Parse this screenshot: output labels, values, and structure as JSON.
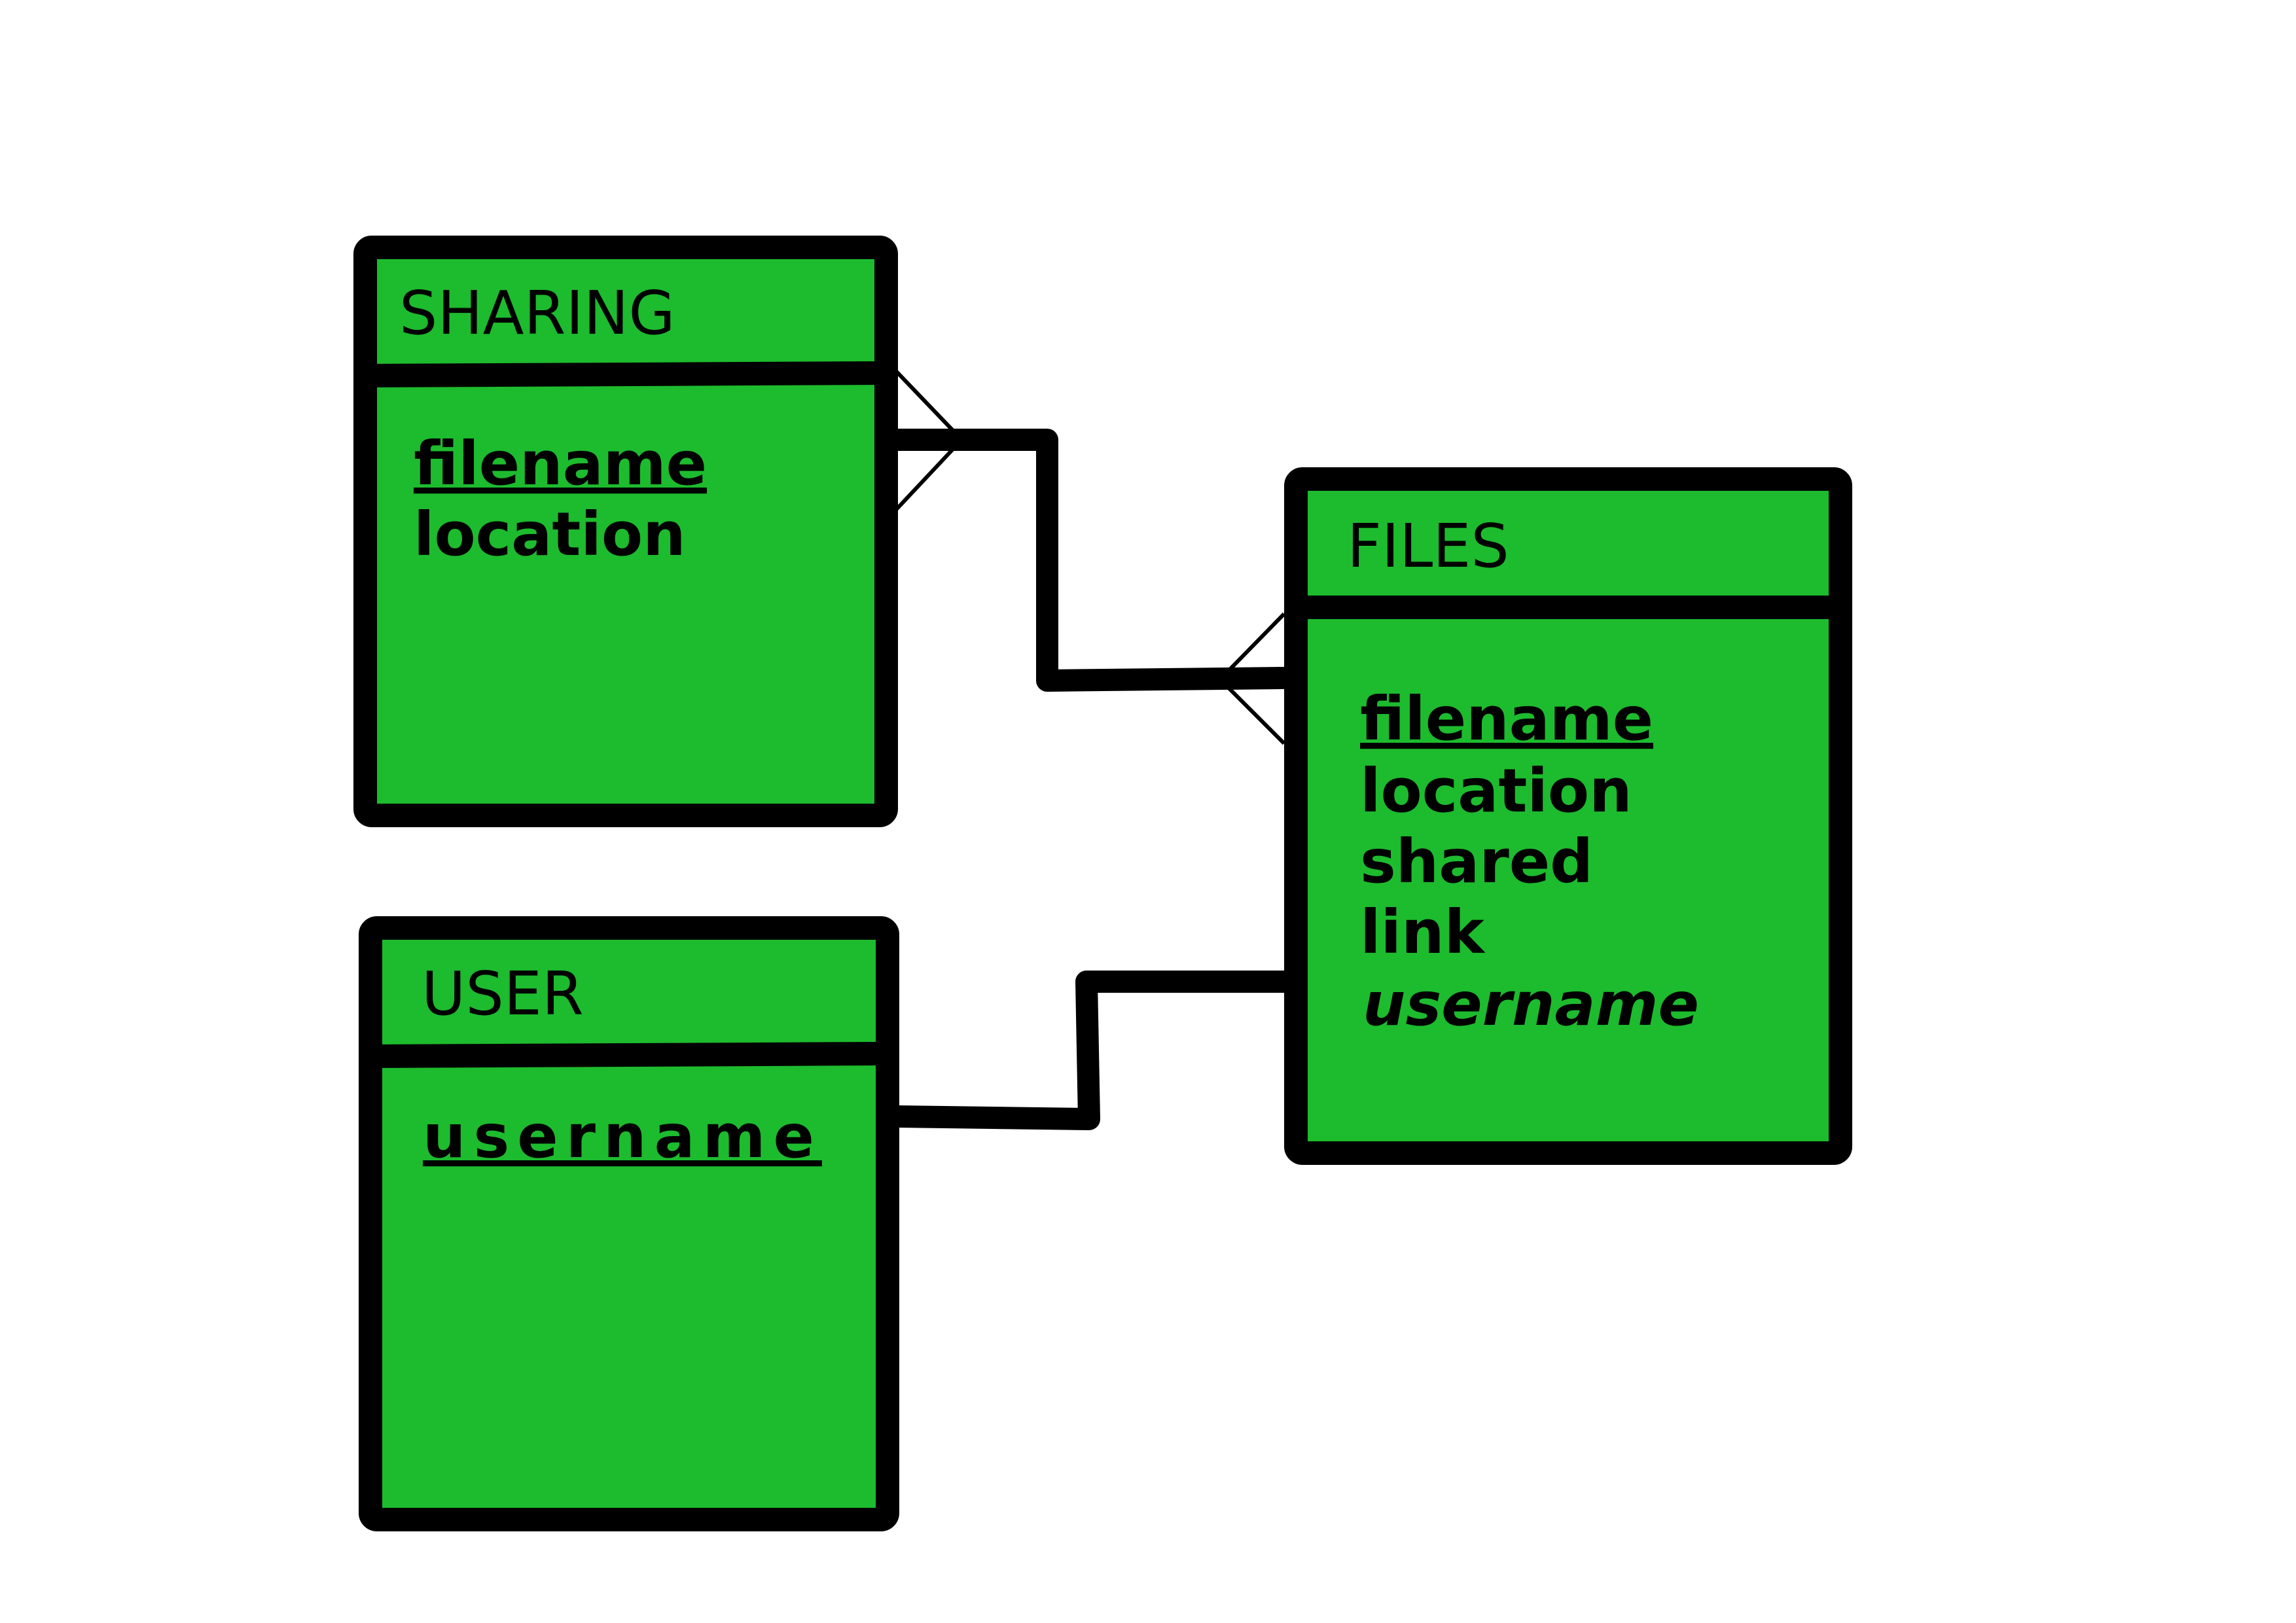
{
  "colors": {
    "entity_fill": "#1DBB2E",
    "border": "#000000",
    "background": "#FFFFFF"
  },
  "entities": {
    "sharing": {
      "title": "SHARING",
      "attributes": [
        {
          "name": "filename",
          "key": "primary"
        },
        {
          "name": "location",
          "key": "none"
        }
      ]
    },
    "files": {
      "title": "FILES",
      "attributes": [
        {
          "name": "filename",
          "key": "primary"
        },
        {
          "name": "location",
          "key": "none"
        },
        {
          "name": "shared",
          "key": "none"
        },
        {
          "name": "link",
          "key": "none"
        },
        {
          "name": "username",
          "key": "foreign"
        }
      ]
    },
    "user": {
      "title": "USER",
      "attributes": [
        {
          "name": "username",
          "key": "primary"
        }
      ]
    }
  },
  "relationships": [
    {
      "from": "SHARING",
      "to": "FILES",
      "from_end": "many",
      "to_end": "many"
    },
    {
      "from": "USER",
      "to": "FILES",
      "from_end": "one",
      "to_end": "one"
    }
  ]
}
